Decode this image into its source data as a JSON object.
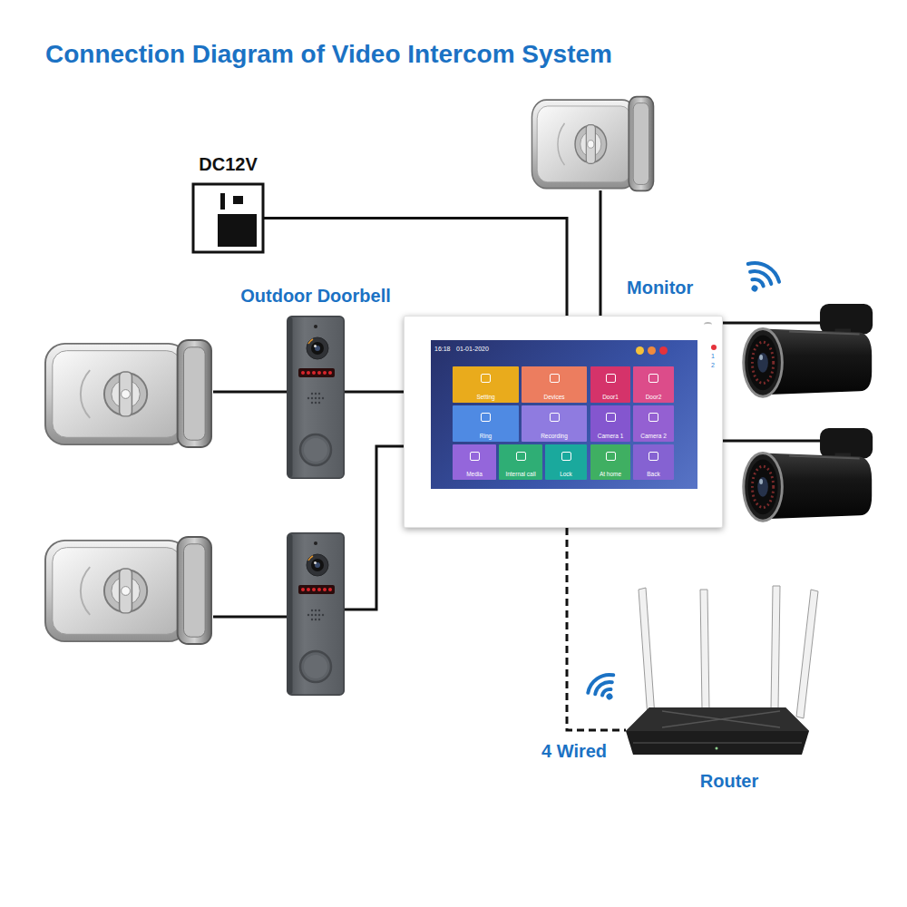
{
  "diagram": {
    "title": "Connection Diagram of Video Intercom System",
    "nodes": [
      {
        "text": [
          "DC12V"
        ]
      },
      {
        "text": [
          "Outdoor Doorbell"
        ]
      },
      {
        "text": [
          "Monitor"
        ]
      },
      {
        "text": [
          "16:18",
          "01-01-2020"
        ],
        "in": 2
      },
      {
        "text": [
          "Setting"
        ],
        "in": 3
      },
      {
        "text": [
          "Devices"
        ],
        "in": 3
      },
      {
        "text": [
          "Door1"
        ],
        "in": 3
      },
      {
        "text": [
          "Door2"
        ],
        "in": 3
      },
      {
        "text": [
          "Ring"
        ],
        "in": 3
      },
      {
        "text": [
          "Recording"
        ],
        "in": 3
      },
      {
        "text": [
          "Camera 1"
        ],
        "in": 3
      },
      {
        "text": [
          "Camera 2"
        ],
        "in": 3
      },
      {
        "text": [
          "Media"
        ],
        "in": 3
      },
      {
        "text": [
          "Internal call"
        ],
        "in": 3
      },
      {
        "text": [
          "Lock"
        ],
        "in": 3
      },
      {
        "text": [
          "At home"
        ],
        "in": 3
      },
      {
        "text": [
          "Back"
        ],
        "in": 3
      },
      {
        "text": [
          "Router"
        ]
      }
    ],
    "edges": [
      {
        "from": 0,
        "to": 2,
        "arrow": "none"
      },
      {
        "from": 1,
        "to": 2,
        "arrow": "none"
      },
      {
        "from": 2,
        "to": 17,
        "label": "4 Wired",
        "arrow": "none"
      }
    ],
    "labels": [
      "1",
      "2"
    ]
  }
}
